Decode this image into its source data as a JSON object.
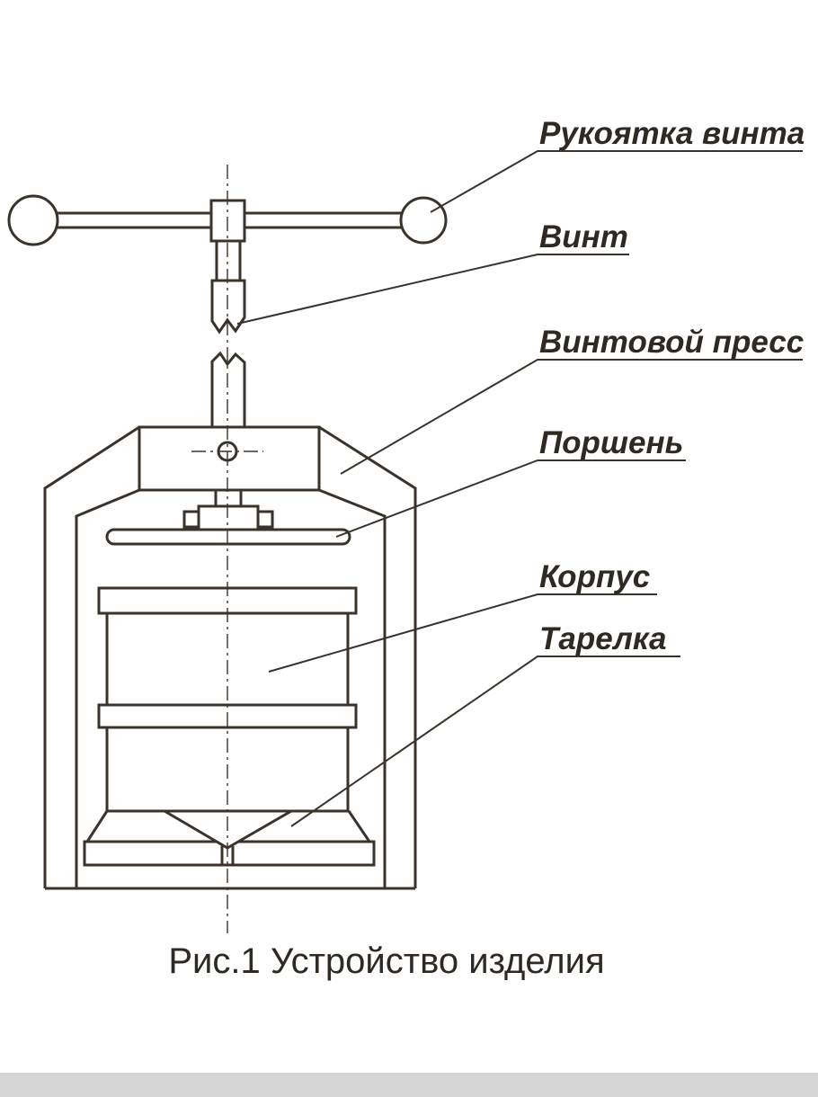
{
  "figure": {
    "caption": "Рис.1 Устройство изделия",
    "labels": {
      "handle": "Рукоятка винта",
      "screw": "Винт",
      "press": "Винтовой пресс",
      "piston": "Поршень",
      "body": "Корпус",
      "plate": "Тарелка"
    }
  },
  "colors": {
    "line": "#39332b",
    "label_text": "#2e2923",
    "background": "#ffffff",
    "footer_strip": "#d6d6d6"
  }
}
